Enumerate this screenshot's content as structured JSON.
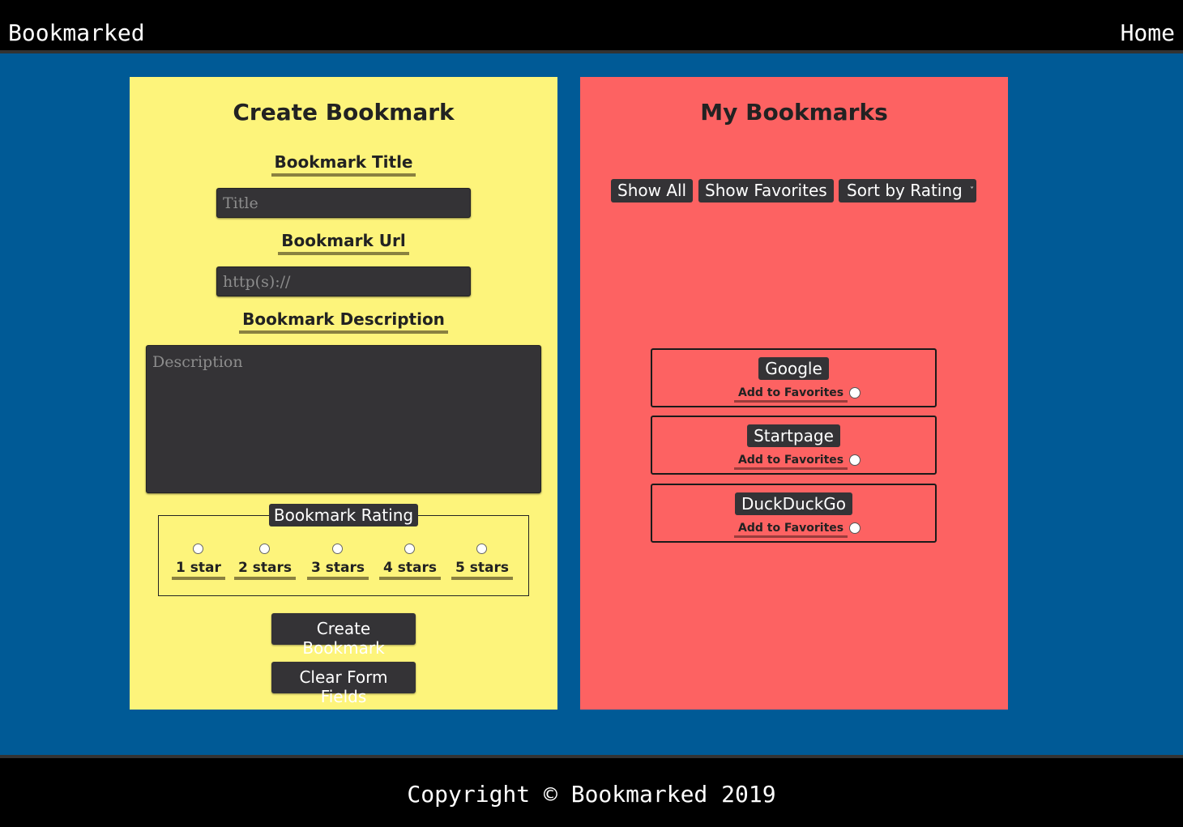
{
  "header": {
    "brand": "Bookmarked",
    "home_link": "Home"
  },
  "create": {
    "title": "Create Bookmark",
    "title_label": "Bookmark Title",
    "title_placeholder": "Title",
    "url_label": "Bookmark Url",
    "url_placeholder": "http(s)://",
    "description_label": "Bookmark Description",
    "description_placeholder": "Description",
    "rating_legend": "Bookmark Rating",
    "ratings": [
      "1 star",
      "2 stars",
      "3 stars",
      "4 stars",
      "5 stars"
    ],
    "create_button": "Create Bookmark",
    "clear_button": "Clear Form Fields"
  },
  "list": {
    "title": "My Bookmarks",
    "show_all": "Show All",
    "show_favorites": "Show Favorites",
    "sort_selected": "Sort by Rating",
    "bookmarks": [
      {
        "name": "Google",
        "fav_label": "Add to Favorites"
      },
      {
        "name": "Startpage",
        "fav_label": "Add to Favorites"
      },
      {
        "name": "DuckDuckGo",
        "fav_label": "Add to Favorites"
      }
    ]
  },
  "footer": {
    "text": "Copyright © Bookmarked 2019"
  },
  "colors": {
    "create_panel": "#fdf47b",
    "list_panel": "#fd6262",
    "background": "#005a96",
    "dark": "#343336"
  }
}
